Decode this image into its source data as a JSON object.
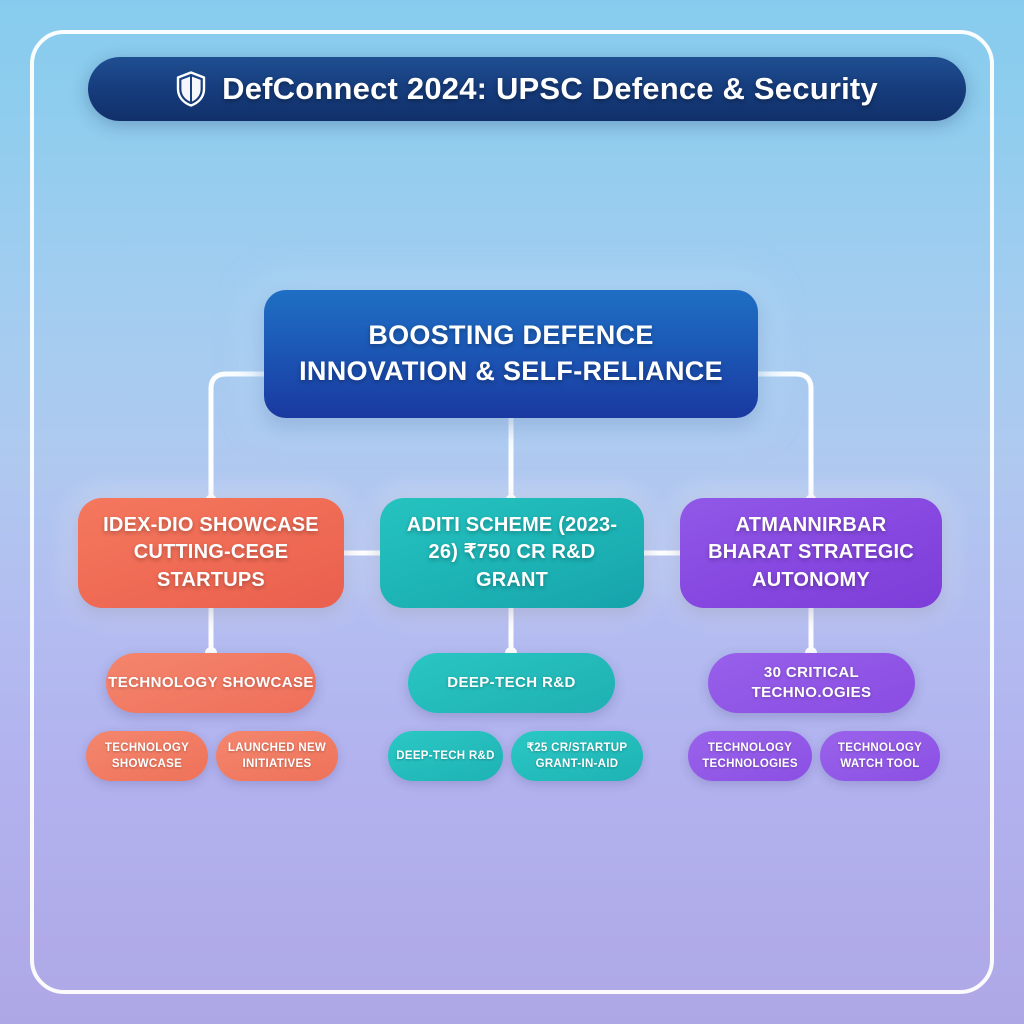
{
  "header": {
    "icon": "shield-icon",
    "title": "DefConnect 2024: UPSC Defence & Security",
    "bar_color": "#173e7f"
  },
  "diagram": {
    "root": {
      "label": "BOOSTING DEFENCE INNOVATION & SELF-RELIANCE",
      "color": "#1c5bb8"
    },
    "branches": [
      {
        "label": "IDEX-DIO SHOWCASE CUTTING-CEGE STARTUPS",
        "color": "#ef6a54",
        "subnode": "TECHNOLOGY SHOWCASE",
        "chips": [
          "TECHNOLOGY SHOWCASE",
          "LAUNCHED NEW INITIATIVES"
        ]
      },
      {
        "label": "ADITI SCHEME (2023-26) ₹750 CR R&D GRANT",
        "color": "#1db3b5",
        "subnode": "DEEP-TECH R&D",
        "chips": [
          "DEEP-TECH R&D",
          "₹25 CR/STARTUP GRANT-IN-AID"
        ]
      },
      {
        "label": "ATMANNIRBAR BHARAT STRATEGIC AUTONOMY",
        "color": "#8647e0",
        "subnode": "30 CRITICAL TECHNO.OGIES",
        "chips": [
          "TECHNOLOGY TECHNOLOGIES",
          "TECHNOLOGY WATCH TOOL"
        ]
      }
    ]
  },
  "background": {
    "top_color": "#87ccee",
    "bottom_color": "#aea7e6",
    "frame_color": "#ffffff"
  }
}
